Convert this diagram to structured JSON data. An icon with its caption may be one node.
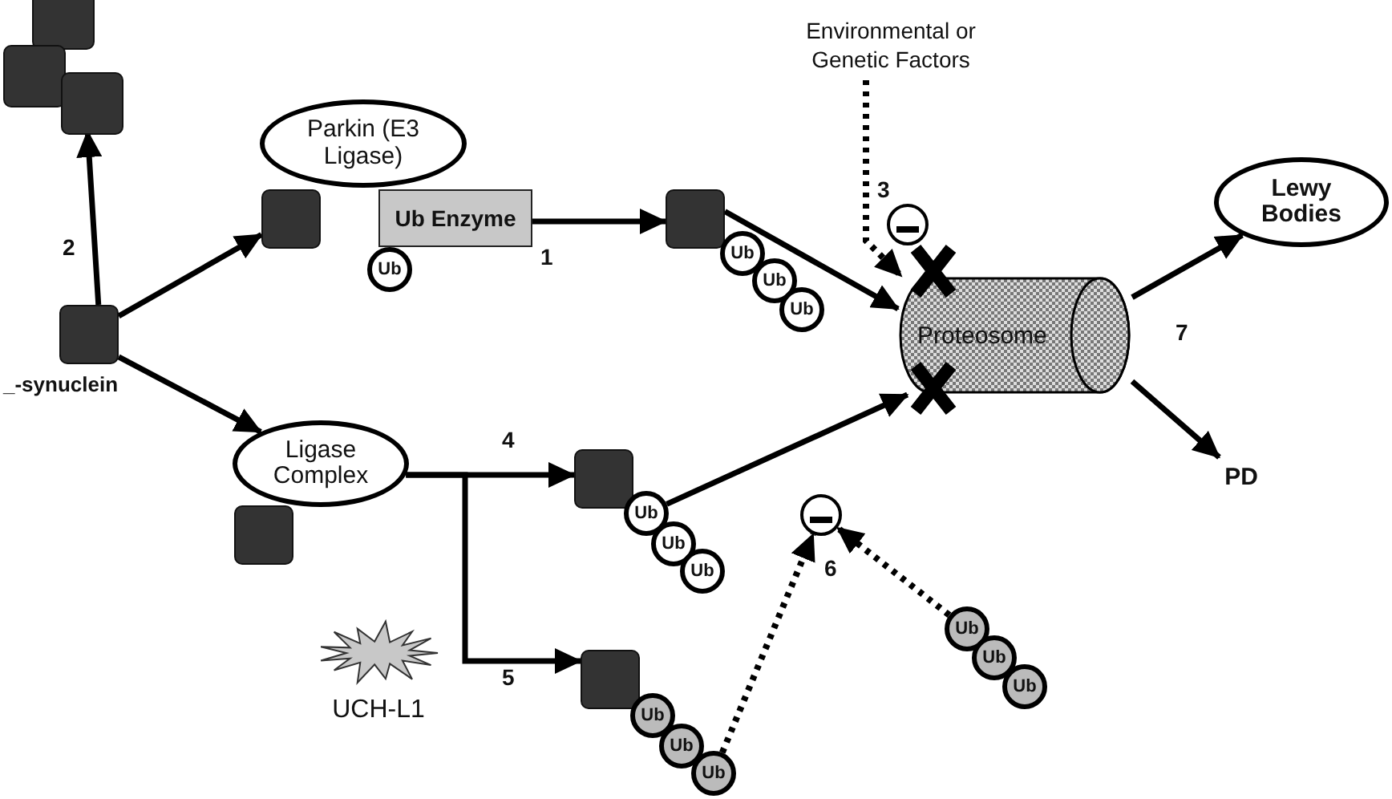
{
  "diagram": {
    "nodes": [
      {
        "text": [],
        "shape": "box",
        "beside": [
          "_-synuclein"
        ]
      },
      {
        "text": [],
        "shape": "box"
      },
      {
        "text": [
          "Parkin (E3 Ligase)"
        ]
      },
      {
        "text": [
          "Ub Enzyme"
        ]
      },
      {
        "text": [
          "Ub"
        ]
      },
      {
        "text": [],
        "shape": "box"
      },
      {
        "text": [],
        "shape": "box"
      },
      {
        "text": [
          "Ub"
        ]
      },
      {
        "text": [
          "Ub"
        ]
      },
      {
        "text": [
          "Ub"
        ]
      },
      {
        "text": [
          "Environmental or Genetic Factors"
        ]
      },
      {
        "text": [],
        "shape": "circle"
      },
      {
        "text": [
          "Proteosome"
        ]
      },
      {
        "text": [
          "Lewy Bodies"
        ]
      },
      {
        "text": [
          "PD"
        ]
      },
      {
        "text": [
          "Ligase Complex"
        ]
      },
      {
        "text": [],
        "shape": "box"
      },
      {
        "text": [
          "UCH-L1"
        ]
      },
      {
        "text": [],
        "shape": "box"
      },
      {
        "text": [
          "Ub"
        ]
      },
      {
        "text": [
          "Ub"
        ]
      },
      {
        "text": [
          "Ub"
        ]
      },
      {
        "text": [],
        "shape": "box"
      },
      {
        "text": [
          "Ub"
        ]
      },
      {
        "text": [
          "Ub"
        ]
      },
      {
        "text": [
          "Ub"
        ]
      },
      {
        "text": [],
        "shape": "circle"
      },
      {
        "text": [
          "Ub"
        ]
      },
      {
        "text": [
          "Ub"
        ]
      },
      {
        "text": [
          "Ub"
        ]
      }
    ],
    "edges": [
      {
        "from": 0,
        "to": 1,
        "arrow": "to",
        "label": "2"
      },
      {
        "from": 0,
        "to": 5,
        "arrow": "to"
      },
      {
        "from": 0,
        "to": 15,
        "arrow": "to"
      },
      {
        "from": 3,
        "to": 6,
        "arrow": "to",
        "label": "1"
      },
      {
        "from": 6,
        "to": 12,
        "arrow": "to"
      },
      {
        "from": 10,
        "to": 12,
        "arrow": "to",
        "style": "dashed",
        "label": "3"
      },
      {
        "from": 12,
        "to": 13,
        "arrow": "to"
      },
      {
        "from": 12,
        "to": 14,
        "arrow": "to"
      },
      {
        "from": 15,
        "to": 18,
        "arrow": "to",
        "label": "4"
      },
      {
        "from": 15,
        "to": 22,
        "arrow": "to",
        "label": "5"
      },
      {
        "from": 19,
        "to": 12,
        "arrow": "to"
      },
      {
        "from": 25,
        "to": 26,
        "arrow": "to",
        "style": "dashed"
      },
      {
        "from": 27,
        "to": 26,
        "arrow": "to",
        "style": "dashed"
      }
    ],
    "labels": [
      "7",
      "6"
    ]
  }
}
